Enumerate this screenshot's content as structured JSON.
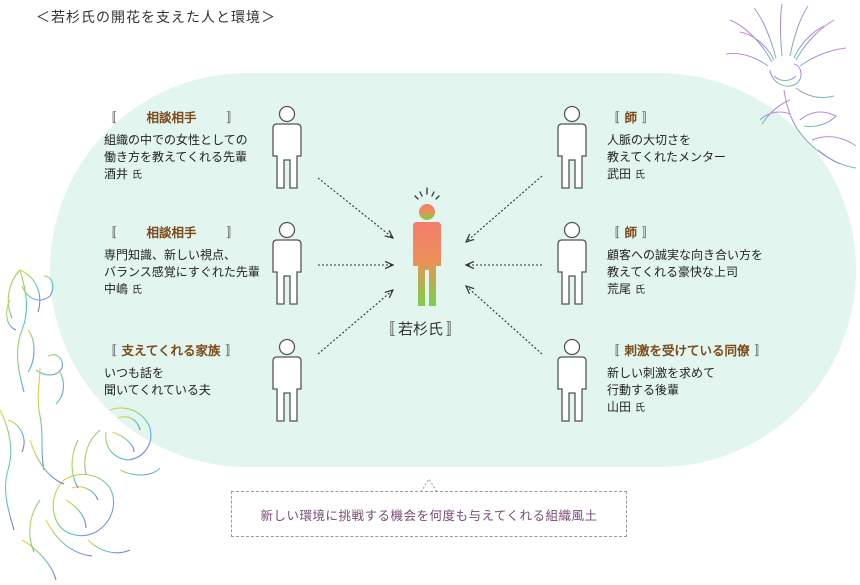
{
  "header": {
    "title": "＜若杉氏の開花を支えた人と環境＞"
  },
  "center": {
    "bracket_open": "〚",
    "label": "若杉氏",
    "bracket_close": "〛"
  },
  "left": [
    {
      "bracket_open": "〚",
      "role": "相談相手",
      "bracket_close": "〛",
      "lines": [
        "組織の中での女性としての",
        "働き方を教えてくれる先輩"
      ],
      "name": "酒井",
      "honorific": "氏"
    },
    {
      "bracket_open": "〚",
      "role": "相談相手",
      "bracket_close": "〛",
      "lines": [
        "専門知識、新しい視点、",
        "バランス感覚にすぐれた先輩"
      ],
      "name": "中嶋",
      "honorific": "氏"
    },
    {
      "bracket_open": "〚",
      "role": "支えてくれる家族",
      "bracket_close": "〛",
      "lines": [
        "いつも話を",
        "聞いてくれている夫"
      ],
      "name": "",
      "honorific": ""
    }
  ],
  "right": [
    {
      "bracket_open": "〚",
      "role": "師",
      "bracket_close": "〛",
      "lines": [
        "人脈の大切さを",
        "教えてくれたメンター"
      ],
      "name": "武田",
      "honorific": "氏"
    },
    {
      "bracket_open": "〚",
      "role": "師",
      "bracket_close": "〛",
      "lines": [
        "顧客への誠実な向き合い方を",
        "教えてくれる豪快な上司"
      ],
      "name": "荒尾",
      "honorific": "氏"
    },
    {
      "bracket_open": "〚",
      "role": "刺激を受けている同僚",
      "bracket_close": "〛",
      "lines": [
        "新しい刺激を求めて",
        "行動する後輩"
      ],
      "name": "山田",
      "honorific": "氏"
    }
  ],
  "footer": {
    "callout": "新しい環境に挑戦する機会を何度も与えてくれる組織風土"
  },
  "colors": {
    "background_pill": "#e2f5ef",
    "role_text": "#7a4a1a",
    "callout_text": "#7a4a78",
    "center_gradient_top": "#f47c6e",
    "center_gradient_bottom": "#79d14a",
    "arrow": "#333333"
  },
  "icons": {
    "person": "person-outline-icon",
    "center_person": "person-gradient-icon",
    "flowers": "flower-illustration",
    "thistle": "thistle-illustration"
  }
}
